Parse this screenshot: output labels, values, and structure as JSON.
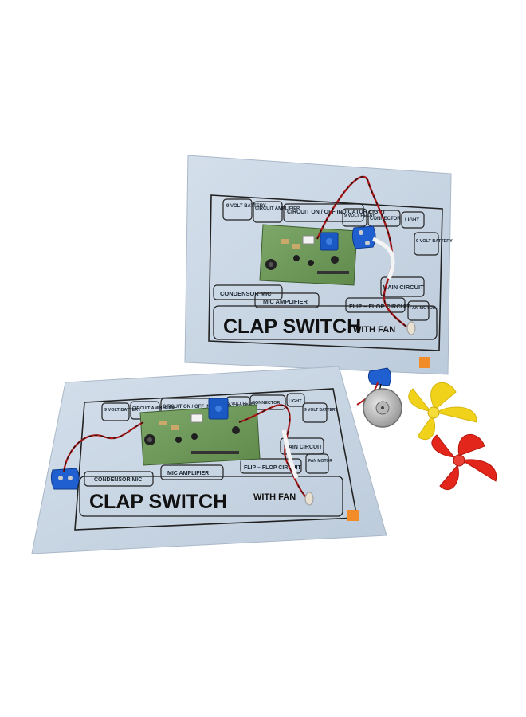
{
  "product": "Clap Switch with Fan kit",
  "board_back": {
    "title": "CLAP SWITCH",
    "subtitle": "WITH FAN",
    "labels": {
      "battery_1": "9 VOLT BATTERY",
      "amplifier": "CIRCUIT AMPLIFIER",
      "indicator": "CIRCUIT ON / OFF INDICATOR LIGHT",
      "relay": "9 VOLT RELAY",
      "connector": "CONNECTOR",
      "light": "LIGHT",
      "battery_2": "9 VOLT BATTERY",
      "main": "MAIN CIRCUIT",
      "mic": "CONDENSOR MIC",
      "mic_amp": "MIC AMPLIFIER",
      "flipflop": "FLIP – FLOP CIRCUIT",
      "fan_motor": "FAN MOTOR"
    }
  },
  "board_front": {
    "title": "CLAP SWITCH",
    "subtitle": "WITH FAN",
    "labels": {
      "battery_1": "9 VOLT BATTERY",
      "amplifier": "CIRCUIT AMPLIFIER",
      "indicator": "CIRCUIT ON / OFF INDICATOR LIGHT",
      "relay": "9 VOLT RELAY",
      "connector": "CONNECTOR",
      "light": "LIGHT",
      "battery_2": "9 VOLT BATTERY",
      "main": "MAIN CIRCUIT",
      "mic": "CONDENSOR MIC",
      "mic_amp": "MIC AMPLIFIER",
      "flipflop": "FLIP – FLOP CIRCUIT",
      "fan_motor": "FAN MOTOR"
    }
  },
  "colors": {
    "board": "#c9d6e4",
    "pcb": "#6f9a5a",
    "fan_yellow": "#f0d21a",
    "fan_red": "#e2261b",
    "battery_clip": "#1f5fd0",
    "relay": "#1a58c4"
  }
}
